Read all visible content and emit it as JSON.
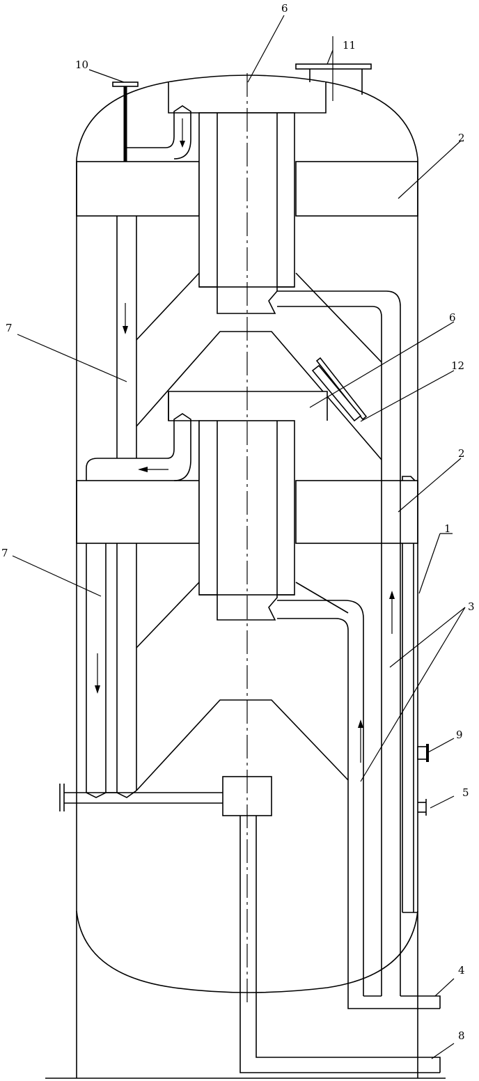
{
  "diagram": {
    "labels": {
      "shell": "1",
      "packing_upper": "2",
      "packing_lower": "2",
      "riser_a": "3",
      "outlet_a": "4",
      "side_port": "5",
      "chimney_top": "6",
      "chimney_mid": "6",
      "downcomer_upper": "7",
      "downcomer_lower": "7",
      "outlet_b": "8",
      "sight_valve": "9",
      "top_probe": "10",
      "top_nozzle": "11",
      "manway": "12"
    }
  }
}
